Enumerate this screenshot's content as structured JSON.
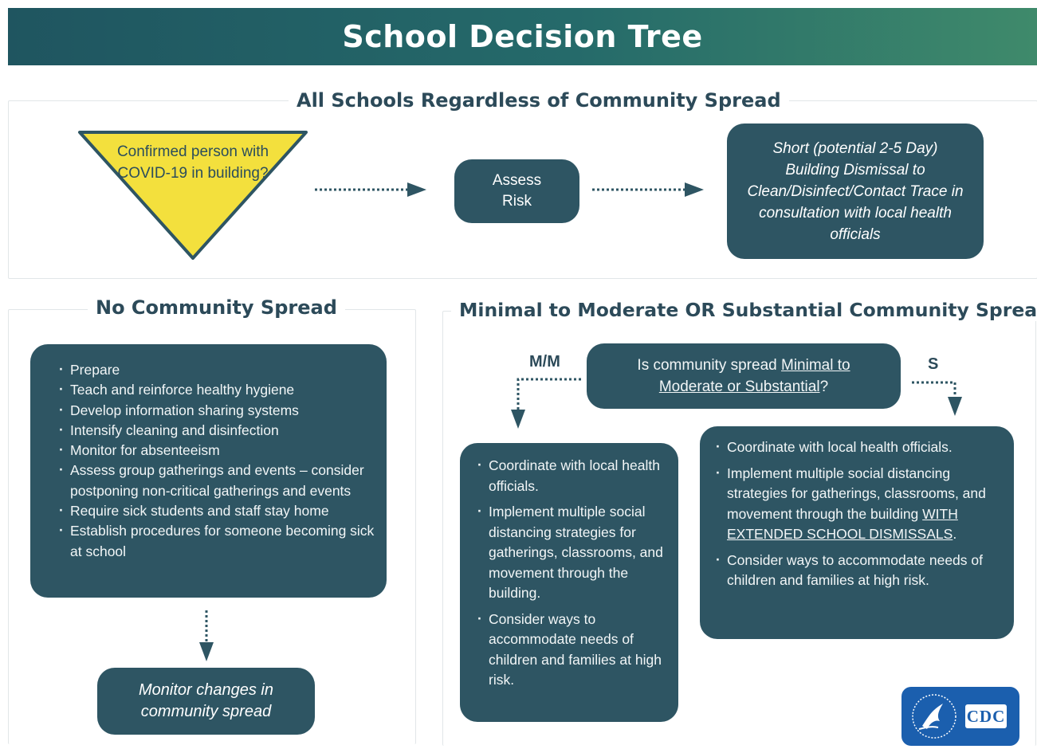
{
  "title": "School Decision Tree",
  "top_section": {
    "heading": "All Schools Regardless of Community Spread",
    "triangle_text": "Confirmed person with COVID-19 in building?",
    "assess_box": "Assess Risk",
    "dismissal_box": "Short (potential 2-5 Day) Building Dismissal to Clean/Disinfect/Contact Trace in consultation with local health officials"
  },
  "no_spread": {
    "heading": "No Community Spread",
    "items": [
      "Prepare",
      "Teach and reinforce healthy hygiene",
      "Develop information sharing systems",
      "Intensify cleaning and disinfection",
      "Monitor for absenteeism",
      "Assess group gatherings and events – consider postponing non-critical gatherings and events",
      "Require sick students and staff stay home",
      "Establish procedures for someone becoming sick at school"
    ],
    "monitor_box": "Monitor changes in community spread"
  },
  "spread": {
    "heading": "Minimal to Moderate OR Substantial Community Spread",
    "question_part1": "Is community spread ",
    "question_underlined": "Minimal to Moderate or Substantial",
    "question_end": "?",
    "label_mm": "M/M",
    "label_s": "S",
    "mm_items": [
      "Coordinate with local health officials.",
      "Implement multiple social distancing strategies for gatherings, classrooms, and movement through the building.",
      "Consider ways to accommodate needs of children and families at high risk."
    ],
    "s_item1": "Coordinate with local health officials.",
    "s_item2_prefix": "Implement multiple social distancing strategies for gatherings, classrooms, and movement through the building ",
    "s_item2_underlined": "WITH EXTENDED SCHOOL DISMISSALS",
    "s_item2_suffix": ".",
    "s_item3": "Consider ways to accommodate needs of children and families at high risk."
  },
  "logo": {
    "text": "CDC",
    "icon": "hhs-eagle-icon"
  },
  "colors": {
    "banner_start": "#1f5560",
    "banner_end": "#3f8a6b",
    "box": "#2e5563",
    "triangle": "#f3e03d",
    "heading_text": "#2c4a59"
  }
}
